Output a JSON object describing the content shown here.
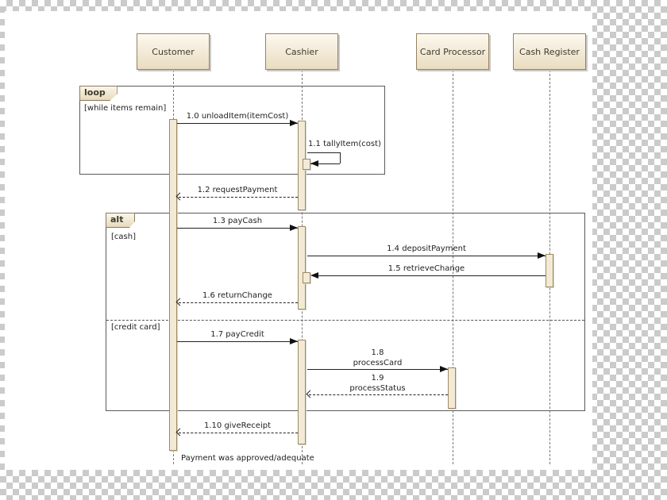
{
  "lifelines": [
    {
      "name": "Customer"
    },
    {
      "name": "Cashier"
    },
    {
      "name": "Card Processor"
    },
    {
      "name": "Cash Register"
    }
  ],
  "fragments": {
    "loop": {
      "operator": "loop",
      "guard": "[while items remain]"
    },
    "alt": {
      "operator": "alt",
      "guards": [
        "[cash]",
        "[credit card]"
      ]
    }
  },
  "messages": [
    {
      "label": "1.0 unloadItem(itemCost)",
      "type": "sync"
    },
    {
      "label": "1.1 tallyItem(cost)",
      "type": "self"
    },
    {
      "label": "1.2 requestPayment",
      "type": "return"
    },
    {
      "label": "1.3 payCash",
      "type": "sync"
    },
    {
      "label": "1.4 depositPayment",
      "type": "sync"
    },
    {
      "label": "1.5 retrieveChange",
      "type": "sync"
    },
    {
      "label": "1.6 returnChange",
      "type": "return"
    },
    {
      "label": "1.7 payCredit",
      "type": "sync"
    },
    {
      "label": "1.8\nprocessCard",
      "type": "sync"
    },
    {
      "label": "1.9\nprocessStatus",
      "type": "return"
    },
    {
      "label": "1.10 giveReceipt",
      "type": "return"
    }
  ],
  "note": {
    "text": "Payment was approved/adequate"
  },
  "colors": {
    "head_fill_top": "#fdf9ef",
    "head_fill_bottom": "#e9dcc0",
    "head_border": "#94835f",
    "activation_fill": "#f3ead6",
    "fragment_border": "#5a5a5a",
    "checker": "#cbcbcb",
    "line": "#222222"
  }
}
